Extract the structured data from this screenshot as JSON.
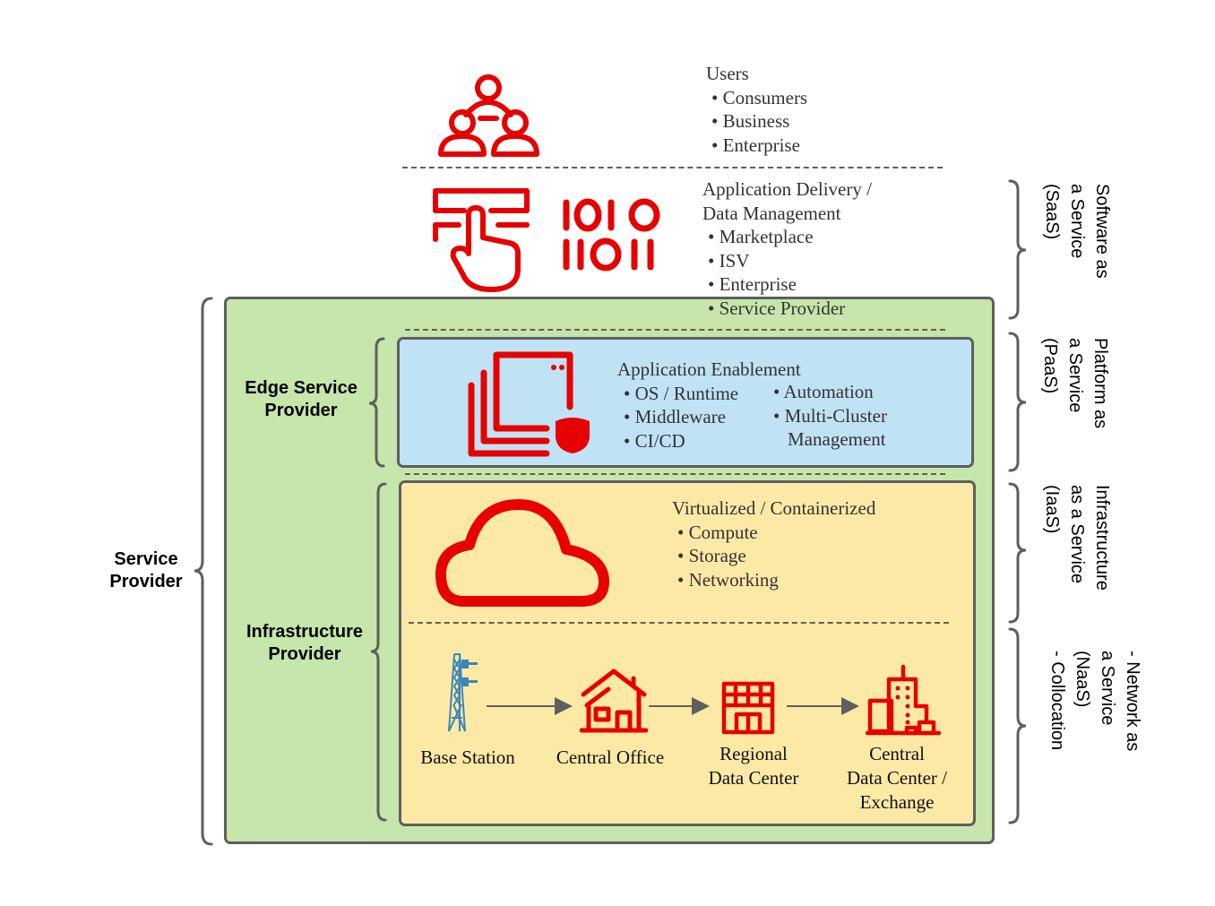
{
  "colors": {
    "icon_red": "#e60000",
    "tower_blue": "#3b86b8",
    "service_provider_fill": "#c6e6ab",
    "edge_fill": "#c0e2f5",
    "infra_fill": "#fde9a6",
    "border": "#5f5f5f"
  },
  "users": {
    "title": "Users",
    "items": [
      "Consumers",
      "Business",
      "Enterprise"
    ],
    "icon": "users-group-icon"
  },
  "app_delivery": {
    "title_line1": "Application Delivery /",
    "title_line2": "Data Management",
    "items": [
      "Marketplace",
      "ISV",
      "Enterprise",
      "Service Provider"
    ],
    "icons": [
      "touch-dashboard-icon",
      "binary-data-icon"
    ]
  },
  "app_enablement": {
    "title": "Application Enablement",
    "items_col1": [
      "OS / Runtime",
      "Middleware",
      "CI/CD"
    ],
    "items_col2": [
      "Automation",
      "Multi-Cluster"
    ],
    "items_col2_cont": "Management",
    "icon": "secure-container-stack-icon"
  },
  "virtualized": {
    "title": "Virtualized / Containerized",
    "items": [
      "Compute",
      "Storage",
      "Networking"
    ],
    "icon": "cloud-icon"
  },
  "network_chain": {
    "nodes": [
      {
        "label": "Base Station",
        "icon": "cell-tower-icon"
      },
      {
        "label": "Central Office",
        "icon": "house-icon"
      },
      {
        "label": "Regional\nData Center",
        "icon": "building-icon"
      },
      {
        "label": "Central\nData Center /\nExchange",
        "icon": "city-buildings-icon"
      }
    ]
  },
  "left_labels": {
    "service_provider": "Service\nProvider",
    "edge_service_provider": "Edge Service\nProvider",
    "infrastructure_provider": "Infrastructure\nProvider"
  },
  "right_labels": {
    "saas": "Software as\na Service\n(SaaS)",
    "paas": "Platform as\na Service\n(PaaS)",
    "iaas": "Infrastructure\nas a Service\n(IaaS)",
    "naas": "- Network as\na Service\n(NaaS)\n- Collocation"
  }
}
